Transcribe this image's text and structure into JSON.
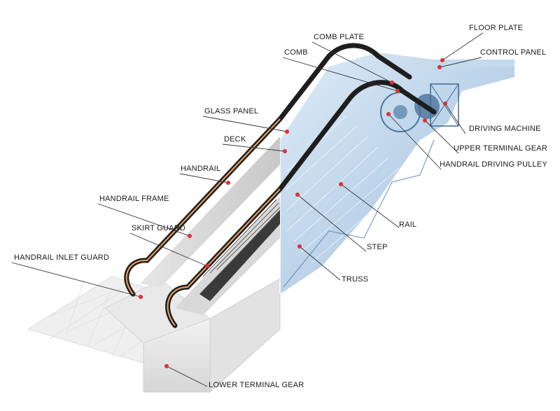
{
  "colors": {
    "marker": "#e23030",
    "glass_tint": "#a9c8e4",
    "handrail": "#1e1e1e",
    "handrail_inner": "#f0a060",
    "leader": "#333333"
  },
  "labels": {
    "comb_plate": "COMB PLATE",
    "comb": "COMB",
    "floor_plate": "FLOOR PLATE",
    "control_panel": "CONTROL PANEL",
    "glass_panel": "GLASS PANEL",
    "deck": "DECK",
    "handrail": "HANDRAIL",
    "driving_machine": "DRIVING MACHINE",
    "upper_terminal_gear": "UPPER TERMINAL GEAR",
    "handrail_driving_pulley": "HANDRAIL DRIVING PULLEY",
    "handrail_frame": "HANDRAIL FRAME",
    "skirt_guard": "SKIRT GUARD",
    "rail": "RAIL",
    "step": "STEP",
    "handrail_inlet_guard": "HANDRAIL INLET GUARD",
    "truss": "TRUSS",
    "lower_terminal_gear": "LOWER TERMINAL GEAR"
  }
}
